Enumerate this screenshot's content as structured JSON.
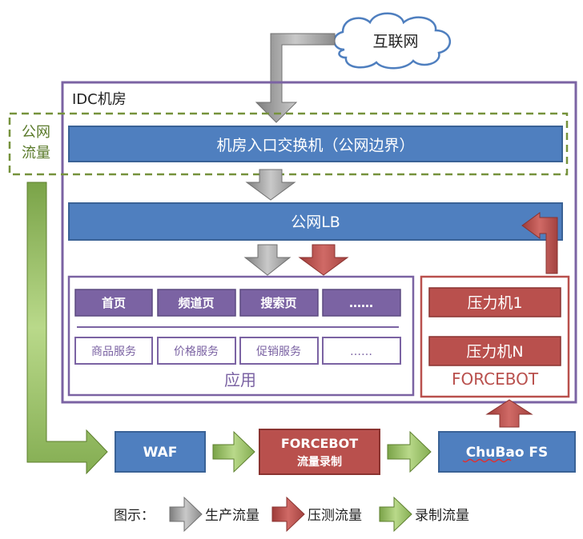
{
  "internet": {
    "label": "互联网"
  },
  "idc": {
    "label": "IDC机房"
  },
  "public_traffic": {
    "line1": "公网",
    "line2": "流量"
  },
  "entry_switch": {
    "label": "机房入口交换机（公网边界）"
  },
  "public_lb": {
    "label": "公网LB"
  },
  "app": {
    "label": "应用",
    "pages": [
      "首页",
      "频道页",
      "搜索页",
      "……"
    ],
    "services": [
      "商品服务",
      "价格服务",
      "促销服务",
      "……"
    ]
  },
  "forcebot": {
    "label": "FORCEBOT",
    "machines": [
      "压力机1",
      "压力机N"
    ]
  },
  "pipeline": {
    "waf": "WAF",
    "record_line1": "FORCEBOT",
    "record_line2": "流量录制",
    "fs": "ChuBao FS"
  },
  "legend": {
    "title": "图示：",
    "items": [
      {
        "label": "生产流量",
        "color": "#9a9a9a"
      },
      {
        "label": "压测流量",
        "color": "#b85450"
      },
      {
        "label": "录制流量",
        "color": "#8cb85a"
      }
    ]
  },
  "colors": {
    "blue": "#4f7fbf",
    "purple": "#7b63a3",
    "red": "#b9504d",
    "green_dashed": "#76923c"
  }
}
